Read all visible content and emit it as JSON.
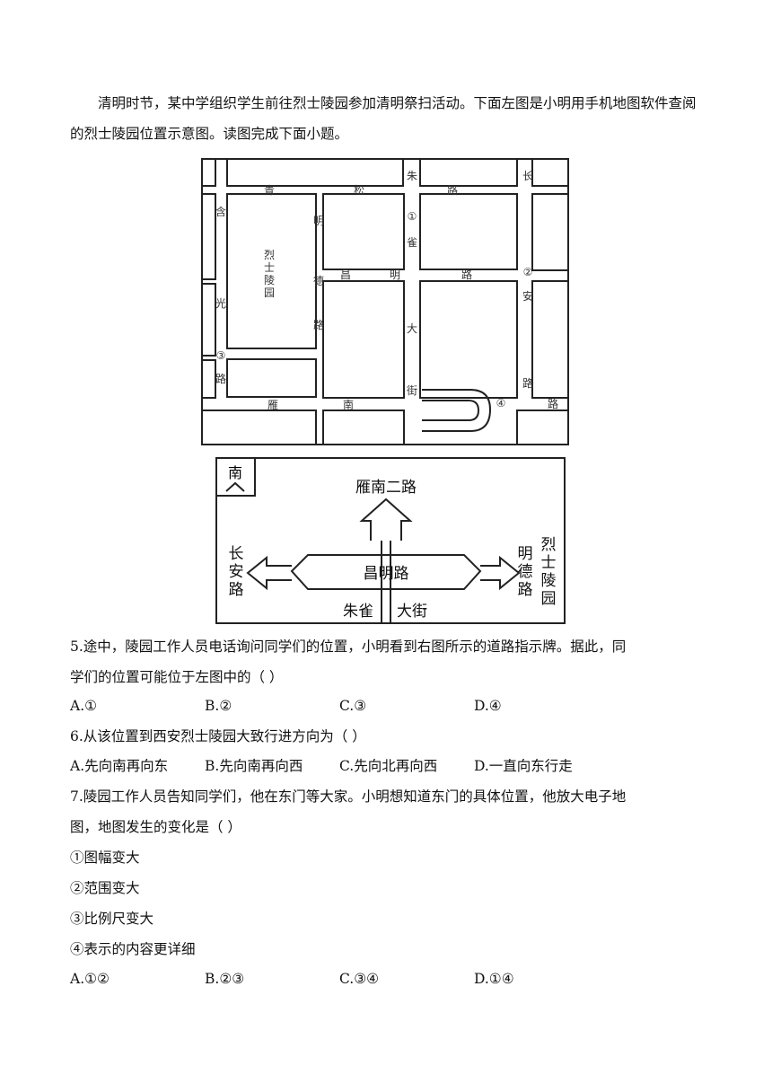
{
  "intro": "清明时节，某中学组织学生前往烈士陵园参加清明祭扫活动。下面左图是小明用手机地图软件查阅的烈士陵园位置示意图。读图完成下面小题。",
  "map": {
    "labels": {
      "qingsong_1": "青",
      "qingsong_2": "松",
      "qingsong_3": "路",
      "zhu": "朱",
      "que": "雀",
      "da": "大",
      "jie": "街",
      "chang": "长",
      "an": "安",
      "lu_changan": "路",
      "he": "含",
      "guang": "光",
      "lu_hanguang": "路",
      "ming": "明",
      "de": "德",
      "lu_mingde": "路",
      "chang2": "昌",
      "ming2": "明",
      "lu_changming": "路",
      "yan": "雁",
      "nan": "南",
      "lu_yannan": "路",
      "park_1": "烈",
      "park_2": "士",
      "park_3": "陵",
      "park_4": "园",
      "m1": "①",
      "m2": "②",
      "m3": "③",
      "m4": "④"
    }
  },
  "sign": {
    "south_label": "南",
    "top_label": "雁南二路",
    "center_label": "昌明路",
    "bottom_label_1": "朱雀",
    "bottom_label_2": "大街",
    "left_1": "长",
    "left_2": "安",
    "left_3": "路",
    "right_1": "明",
    "right_2": "德",
    "right_3": "路",
    "far_right_1": "烈",
    "far_right_2": "士",
    "far_right_3": "陵",
    "far_right_4": "园"
  },
  "questions": [
    {
      "stem_line1": "5.途中，陵园工作人员电话询问同学们的位置，小明看到右图所示的道路指示牌。据此，同",
      "stem_line2": "学们的位置可能位于左图中的（    ）",
      "options": [
        "A.①",
        "B.②",
        "C.③",
        "D.④"
      ]
    },
    {
      "stem_line1": "6.从该位置到西安烈士陵园大致行进方向为（    ）",
      "options": [
        "A.先向南再向东",
        "B.先向南再向西",
        "C.先向北再向西",
        "D.一直向东行走"
      ]
    },
    {
      "stem_line1": "7.陵园工作人员告知同学们，他在东门等大家。小明想知道东门的具体位置，他放大电子地",
      "stem_line2": "图，地图发生的变化是（    ）",
      "items": [
        "①图幅变大",
        "②范围变大",
        "③比例尺变大",
        "④表示的内容更详细"
      ],
      "options": [
        "A.①②",
        "B.②③",
        "C.③④",
        "D.①④"
      ]
    }
  ]
}
